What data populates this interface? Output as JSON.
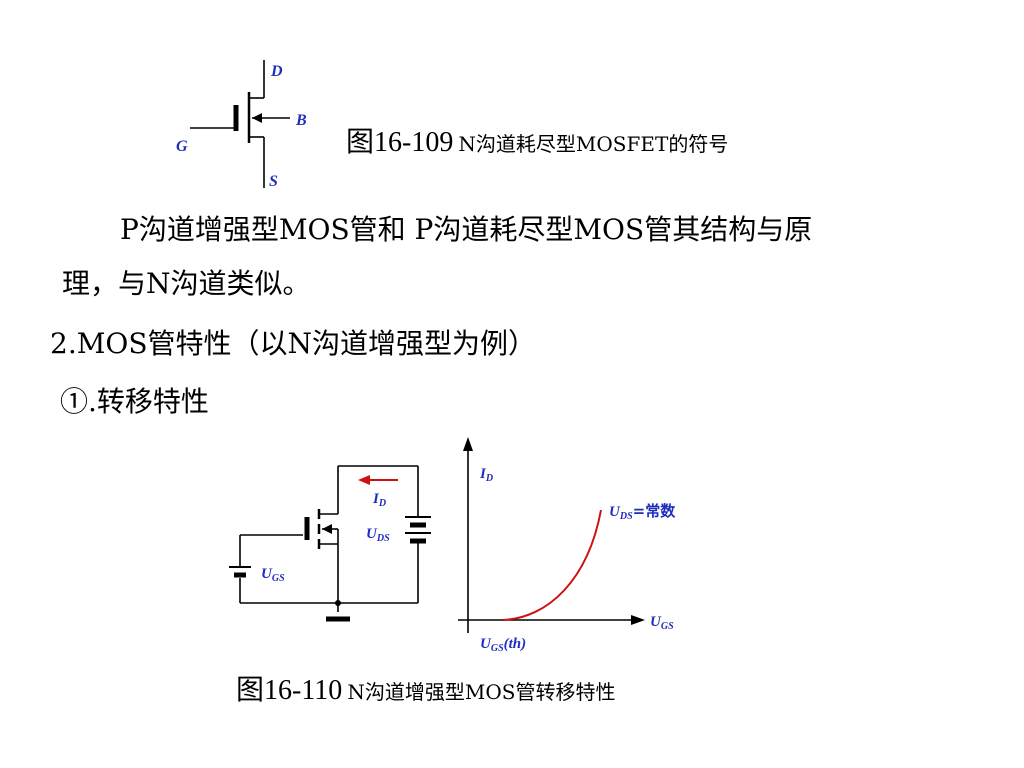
{
  "fig1": {
    "labels": {
      "d": "D",
      "b": "B",
      "g": "G",
      "s": "S"
    },
    "caption_num": "图16-109",
    "caption_text": "N沟道耗尽型MOSFET的符号"
  },
  "paragraph": {
    "line1": "P沟道增强型MOS管和 P沟道耗尽型MOS管其结构与原",
    "line2": "理，与N沟道类似。"
  },
  "heading": "2.MOS管特性（以N沟道增强型为例）",
  "subheading": "①.转移特性",
  "fig2": {
    "circuit": {
      "id_main": "I",
      "id_sub": "D",
      "uds_main": "U",
      "uds_sub": "DS",
      "ugs_main": "U",
      "ugs_sub": "GS"
    },
    "graph": {
      "yaxis_main": "I",
      "yaxis_sub": "D",
      "xaxis_main": "U",
      "xaxis_sub": "GS",
      "curve_main": "U",
      "curve_sub": "DS",
      "curve_suffix": "=常数",
      "threshold_main": "U",
      "threshold_sub": "GS",
      "threshold_suffix": "(th)"
    },
    "caption_num": "图16-110",
    "caption_text": "N沟道增强型MOS管转移特性"
  },
  "colors": {
    "label_blue": "#1f2dbf",
    "curve_red": "#cc1111",
    "line_black": "#000000"
  }
}
